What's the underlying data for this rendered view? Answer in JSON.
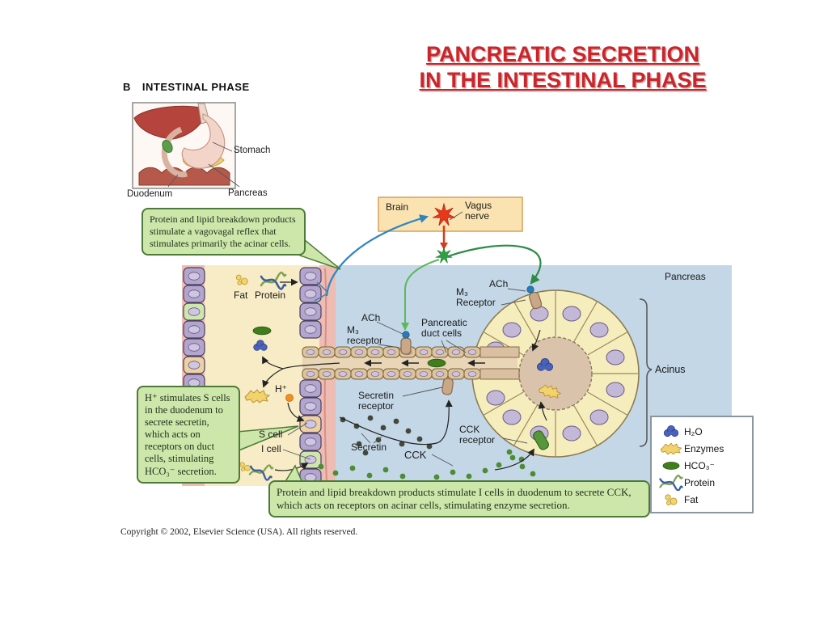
{
  "slide": {
    "title_line1": "PANCREATIC SECRETION",
    "title_line2": "IN THE INTESTINAL PHASE",
    "copyright": "Copyright © 2002, Elsevier Science (USA).  All rights reserved."
  },
  "panel": {
    "label": "B",
    "title": "INTESTINAL PHASE"
  },
  "inset": {
    "stomach": "Stomach",
    "duodenum": "Duodenum",
    "pancreas": "Pancreas"
  },
  "callouts": {
    "vagovagal": "Protein and lipid breakdown products stimulate a vagovagal reflex that stimulates primarily the acinar cells.",
    "secretin": "H⁺ stimulates S cells in the duodenum to secrete secretin, which acts on receptors on duct cells, stimulating HCO₃⁻ secretion.",
    "cck": "Protein and lipid breakdown products stimulate I cells in duodenum to secrete CCK, which acts on receptors on acinar cells, stimulating enzyme secretion."
  },
  "labels": {
    "brain": "Brain",
    "vagus_nerve": "Vagus nerve",
    "fat": "Fat",
    "protein": "Protein",
    "ach_left": "ACh",
    "m3_receptor_left": "M₃ receptor",
    "pancreatic_duct_cells": "Pancreatic duct cells",
    "ach_right": "ACh",
    "m3_receptor_right": "M₃ Receptor",
    "pancreas_region": "Pancreas",
    "acinus": "Acinus",
    "secretin_receptor": "Secretin receptor",
    "secretin": "Secretin",
    "cck": "CCK",
    "cck_receptor": "CCK receptor",
    "s_cell": "S cell",
    "i_cell": "I cell",
    "h_plus": "H⁺"
  },
  "legend": {
    "items": [
      {
        "icon": "water-icon",
        "label": "H₂O"
      },
      {
        "icon": "enzymes-icon",
        "label": "Enzymes"
      },
      {
        "icon": "bicarbonate-icon",
        "label": "HCO₃⁻"
      },
      {
        "icon": "protein-icon",
        "label": "Protein"
      },
      {
        "icon": "fat-icon",
        "label": "Fat"
      }
    ]
  },
  "colors": {
    "title_red": "#c9252b",
    "callout_bg": "#cde7ab",
    "callout_border": "#4d7a38",
    "brain_box_bg": "#fae3b1",
    "pancreas_bg": "#c3d7e6",
    "lumen_bg": "#f7ecc6",
    "mucosa_pink": "#edbcb2",
    "water_blue": "#4a63b8",
    "enzyme_yellow": "#f2d26a",
    "bicarbonate_green": "#3f7d1d",
    "cck_green": "#4c8c34",
    "secretin_dark": "#43483c",
    "nerve_green": "#2e8b47",
    "nerve_blue": "#2e86c1",
    "neuron_red": "#d93a1a"
  }
}
